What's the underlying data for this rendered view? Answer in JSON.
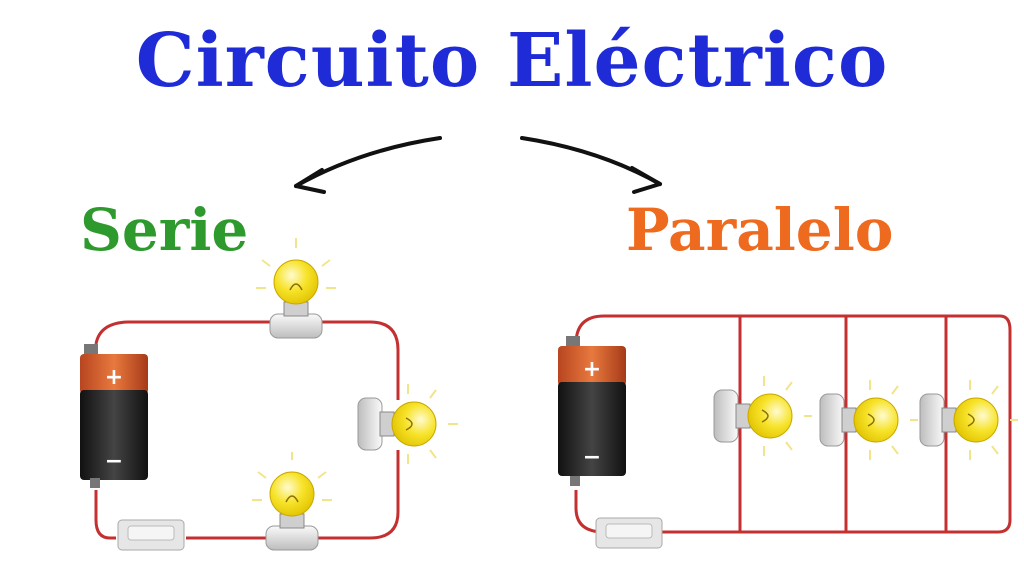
{
  "title": "Circuito Eléctrico",
  "labels": {
    "serie": "Serie",
    "paralelo": "Paralelo"
  },
  "battery": {
    "plus": "+",
    "minus": "−"
  },
  "colors": {
    "title": "#1f2bd6",
    "serie": "#2e9a2e",
    "paralelo": "#ee6a1e",
    "wire": "#c43030",
    "bulb": "#f7e32a",
    "battery_top": "#d4552a",
    "battery_body": "#2a2a2a"
  },
  "icons": [
    "arrow-icon",
    "battery-icon",
    "bulb-icon",
    "switch-icon"
  ]
}
